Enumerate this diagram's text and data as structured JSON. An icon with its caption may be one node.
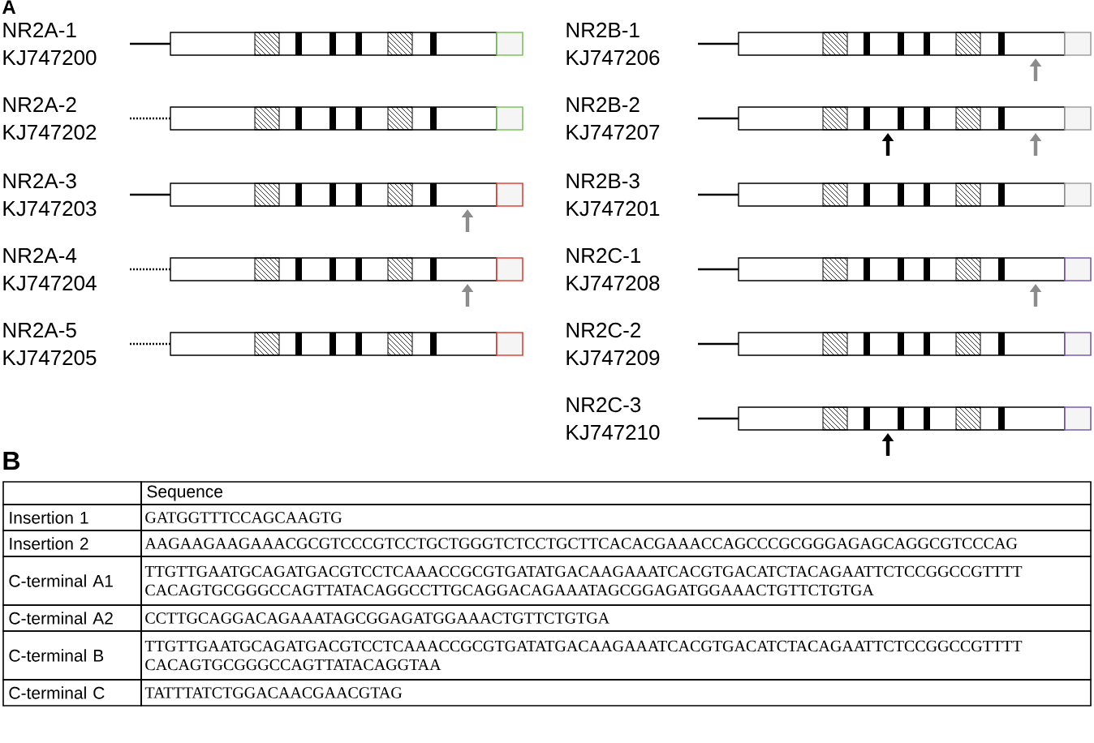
{
  "diagram": {
    "nodes": [
      {
        "text": [
          "NR2A-1",
          "KJ747200"
        ]
      },
      {
        "text": [
          "NR2A-2",
          "KJ747202"
        ]
      },
      {
        "text": [
          "NR2A-3",
          "KJ747203"
        ]
      },
      {
        "text": [
          "NR2A-4",
          "KJ747204"
        ]
      },
      {
        "text": [
          "NR2A-5",
          "KJ747205"
        ]
      },
      {
        "text": [
          "NR2B-1",
          "KJ747206"
        ]
      },
      {
        "text": [
          "NR2B-2",
          "KJ747207"
        ]
      },
      {
        "text": [
          "NR2B-3",
          "KJ747201"
        ]
      },
      {
        "text": [
          "NR2C-1",
          "KJ747208"
        ]
      },
      {
        "text": [
          "NR2C-2",
          "KJ747209"
        ]
      },
      {
        "text": [
          "NR2C-3",
          "KJ747210"
        ]
      }
    ],
    "labels": [
      "A",
      "B",
      "Sequence",
      "Insertion 1",
      "GATGGTTTCCAGCAAGTG",
      "Insertion 2",
      "AAGAAGAAGAAACGCGTCCCGTCCTGCTGGGTCTCCTGCTTCACACGAAACCAGCCCGCGGGAGAGCAGGCGTCCCAG",
      "C-terminal A1",
      "TTGTTGAATGCAGATGACGTCCTCAAACCGCGTGATATGACAAGAAATCACGTGACATCTACAGAATTCTCCGGCCGTTTT CACAGTGCGGGCCAGTTATACAGGCCTTGCAGGACAGAAATAGCGGAGATGGAAACTGTTCTGTGA",
      "C-terminal A2",
      "CCTTGCAGGACAGAAATAGCGGAGATGGAAACTGTTCTGTGA",
      "C-terminal B",
      "TTGTTGAATGCAGATGACGTCCTCAAACCGCGTGATATGACAAGAAATCACGTGACATCTACAGAATTCTCCGGCCGTTTT CACAGTGCGGGCCAGTTATACAGGTAA",
      "C-terminal C",
      "TATTTATCTGGACAACGAACGTAG"
    ]
  }
}
